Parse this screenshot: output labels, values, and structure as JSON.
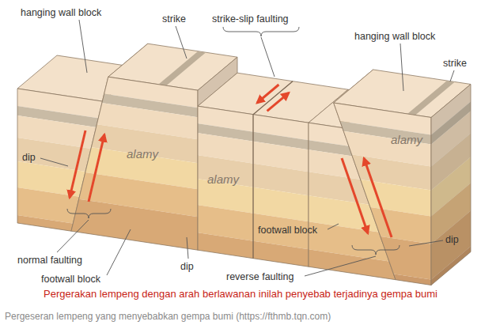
{
  "diagram": {
    "caption": "Pergerakan lempeng dengan arah berlawanan inilah penyebab terjadinya gempa bumi",
    "labels": [
      "hanging wall block",
      "strike",
      "strike-slip faulting",
      "hanging wall block",
      "strike",
      "dip",
      "dip",
      "dip",
      "normal faulting",
      "footwall block",
      "reverse faulting",
      "footwall block",
      "alamy",
      "alamy",
      "alamy",
      "Pergeseran lempeng yang menyebabkan gempa bumi (https://fthmb.tqn.com)"
    ]
  }
}
